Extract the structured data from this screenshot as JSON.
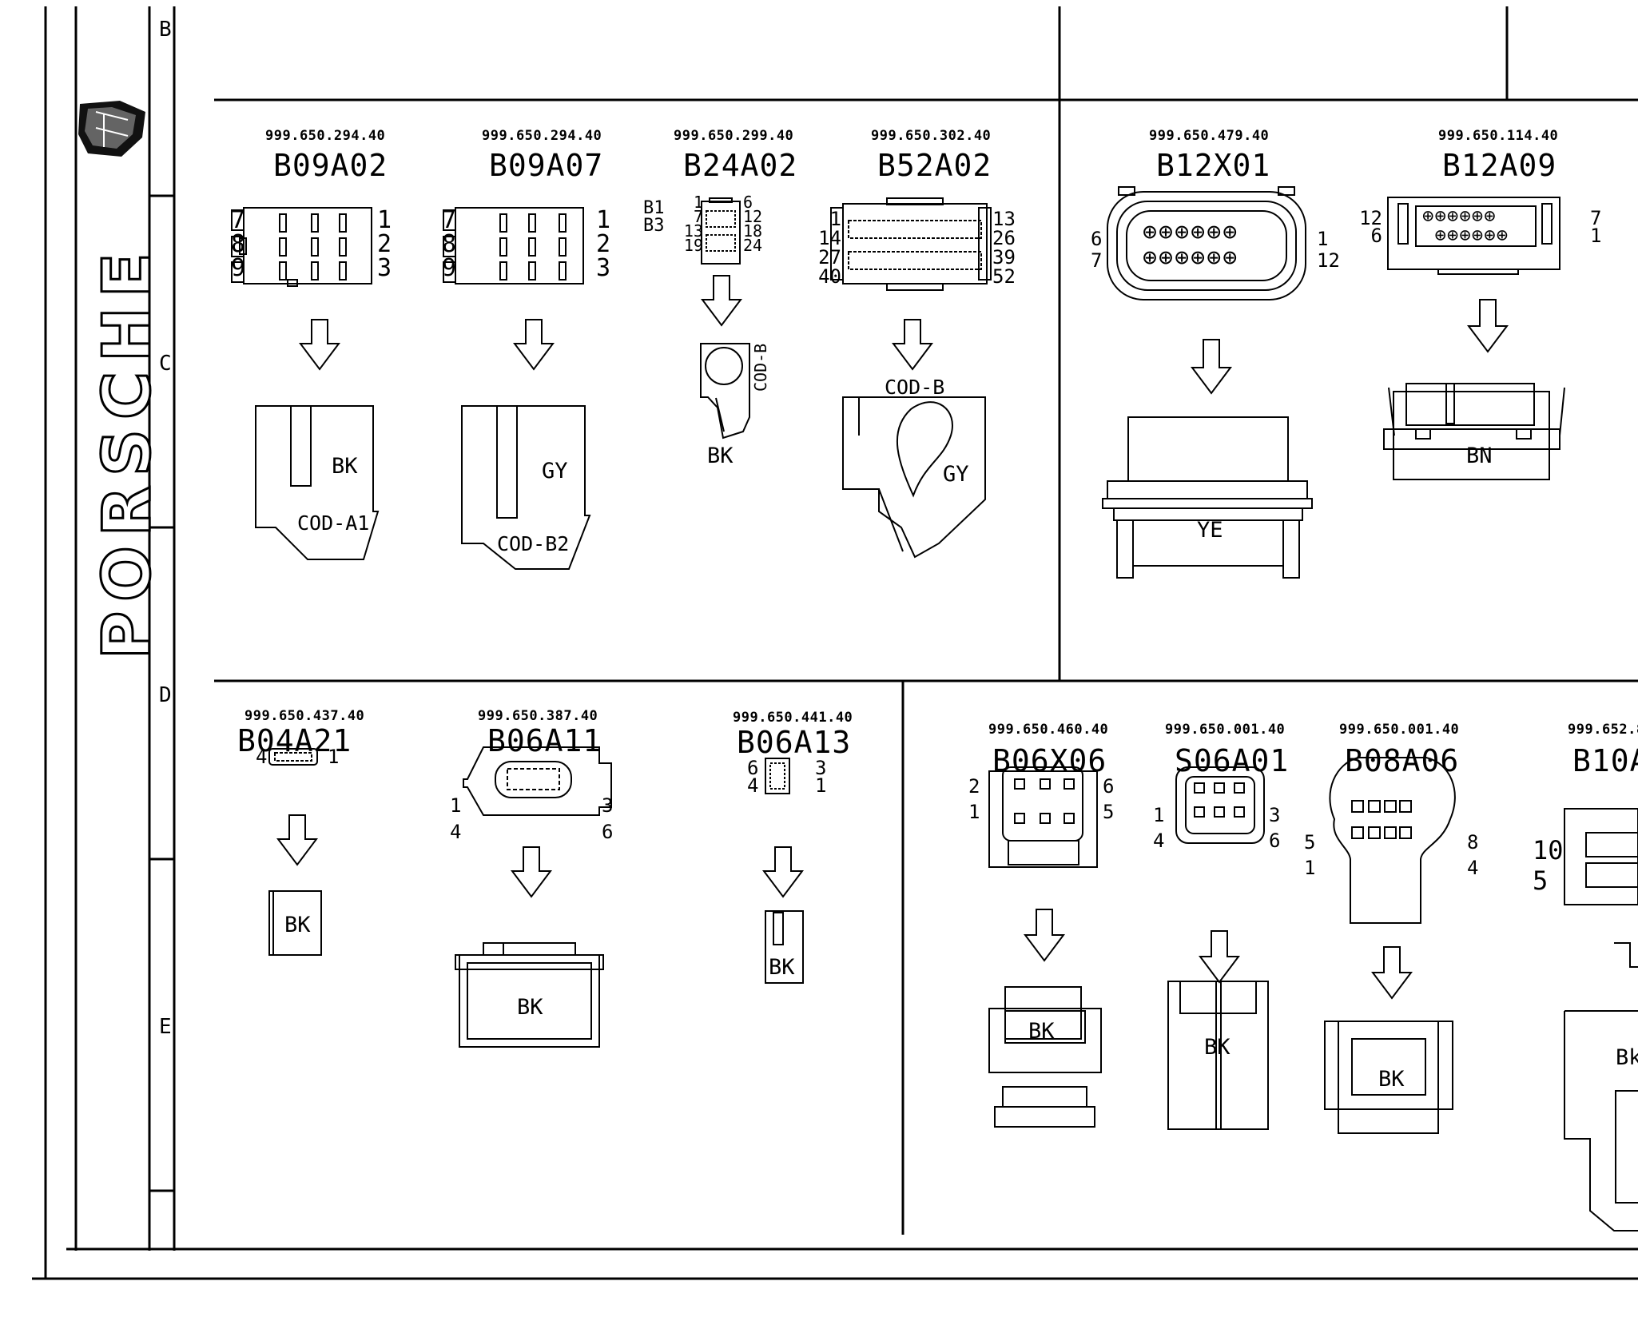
{
  "sheet": {
    "brand": "PORSCHE",
    "row_labels": [
      "B",
      "C",
      "D",
      "E"
    ]
  },
  "connectors": [
    {
      "id": "b09a02",
      "part": "999.650.294.40",
      "code": "B09A02",
      "pins_left": "7\n8\n9",
      "pins_right": "1\n2\n3",
      "color": "BK",
      "coding": "COD-A1"
    },
    {
      "id": "b09a07",
      "part": "999.650.294.40",
      "code": "B09A07",
      "pins_left": "7\n8\n9",
      "pins_right": "1\n2\n3",
      "color": "GY",
      "coding": "COD-B2"
    },
    {
      "id": "b24a02",
      "part": "999.650.299.40",
      "code": "B24A02",
      "pins_row_left": "B1\nB3",
      "pins_left": "1\n7\n13\n19",
      "pins_right": "6\n12\n18\n24",
      "color": "BK",
      "coding": "COD-B"
    },
    {
      "id": "b52a02",
      "part": "999.650.302.40",
      "code": "B52A02",
      "pins_left": "1\n14\n27\n40",
      "pins_right": "13\n26\n39\n52",
      "color": "GY",
      "coding": "COD-B"
    },
    {
      "id": "b12x01",
      "part": "999.650.479.40",
      "code": "B12X01",
      "pins_left": "6\n7",
      "pins_right": "1\n12",
      "color": "YE"
    },
    {
      "id": "b12a09",
      "part": "999.650.114.40",
      "code": "B12A09",
      "pins_left": "12\n6",
      "pins_right": "7\n1",
      "color": "BN"
    },
    {
      "id": "b04a21",
      "part": "999.650.437.40",
      "code": "B04A21",
      "pins_left": "4",
      "pins_right": "1",
      "color": "BK"
    },
    {
      "id": "b06a11",
      "part": "999.650.387.40",
      "code": "B06A11",
      "pins_left": "1\n4",
      "pins_right": "3\n6",
      "color": "BK"
    },
    {
      "id": "b06a13",
      "part": "999.650.441.40",
      "code": "B06A13",
      "pins_left": "6\n4",
      "pins_right": "3\n1",
      "color": "BK"
    },
    {
      "id": "b06x06",
      "part": "999.650.460.40",
      "code": "B06X06",
      "pins_left": "2\n1",
      "pins_right": "6\n5",
      "color": "BK"
    },
    {
      "id": "s06a01",
      "part": "999.650.001.40",
      "code": "S06A01",
      "pins_left": "1\n4",
      "pins_right": "3\n6",
      "color": "BK"
    },
    {
      "id": "b08a06",
      "part": "999.650.001.40",
      "code": "B08A06",
      "pins_left": "5\n1",
      "pins_right": "8\n4",
      "color": "BK"
    },
    {
      "id": "b10a",
      "part": "999.652.8",
      "code": "B10A(",
      "pins_left": "10\n5",
      "color": "Bk"
    }
  ]
}
